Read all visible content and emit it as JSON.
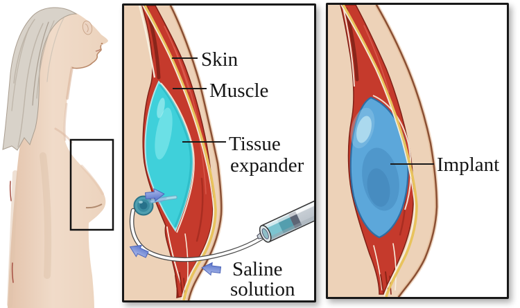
{
  "expander_panel": {
    "labels": {
      "skin": "Skin",
      "muscle": "Muscle",
      "tissue_expander_line1": "Tissue",
      "tissue_expander_line2": "expander",
      "saline_line1": "Saline",
      "saline_line2": "solution"
    }
  },
  "implant_panel": {
    "labels": {
      "implant": "Implant"
    }
  },
  "colors": {
    "expander_fill": "#3fd0da",
    "implant_fill": "#5ca7da",
    "muscle_red": "#c53a2c",
    "muscle_dark": "#8e2417",
    "skin_tan": "#edd2b8",
    "skin_edge": "#8a4f33",
    "fat_yellow": "#e8c35c",
    "cream_line": "#f8f0e0",
    "port_teal": "#4f9fb0",
    "arrow_blue": "#6b85d2",
    "tube_white": "#ffffff",
    "label_ink": "#141414"
  }
}
